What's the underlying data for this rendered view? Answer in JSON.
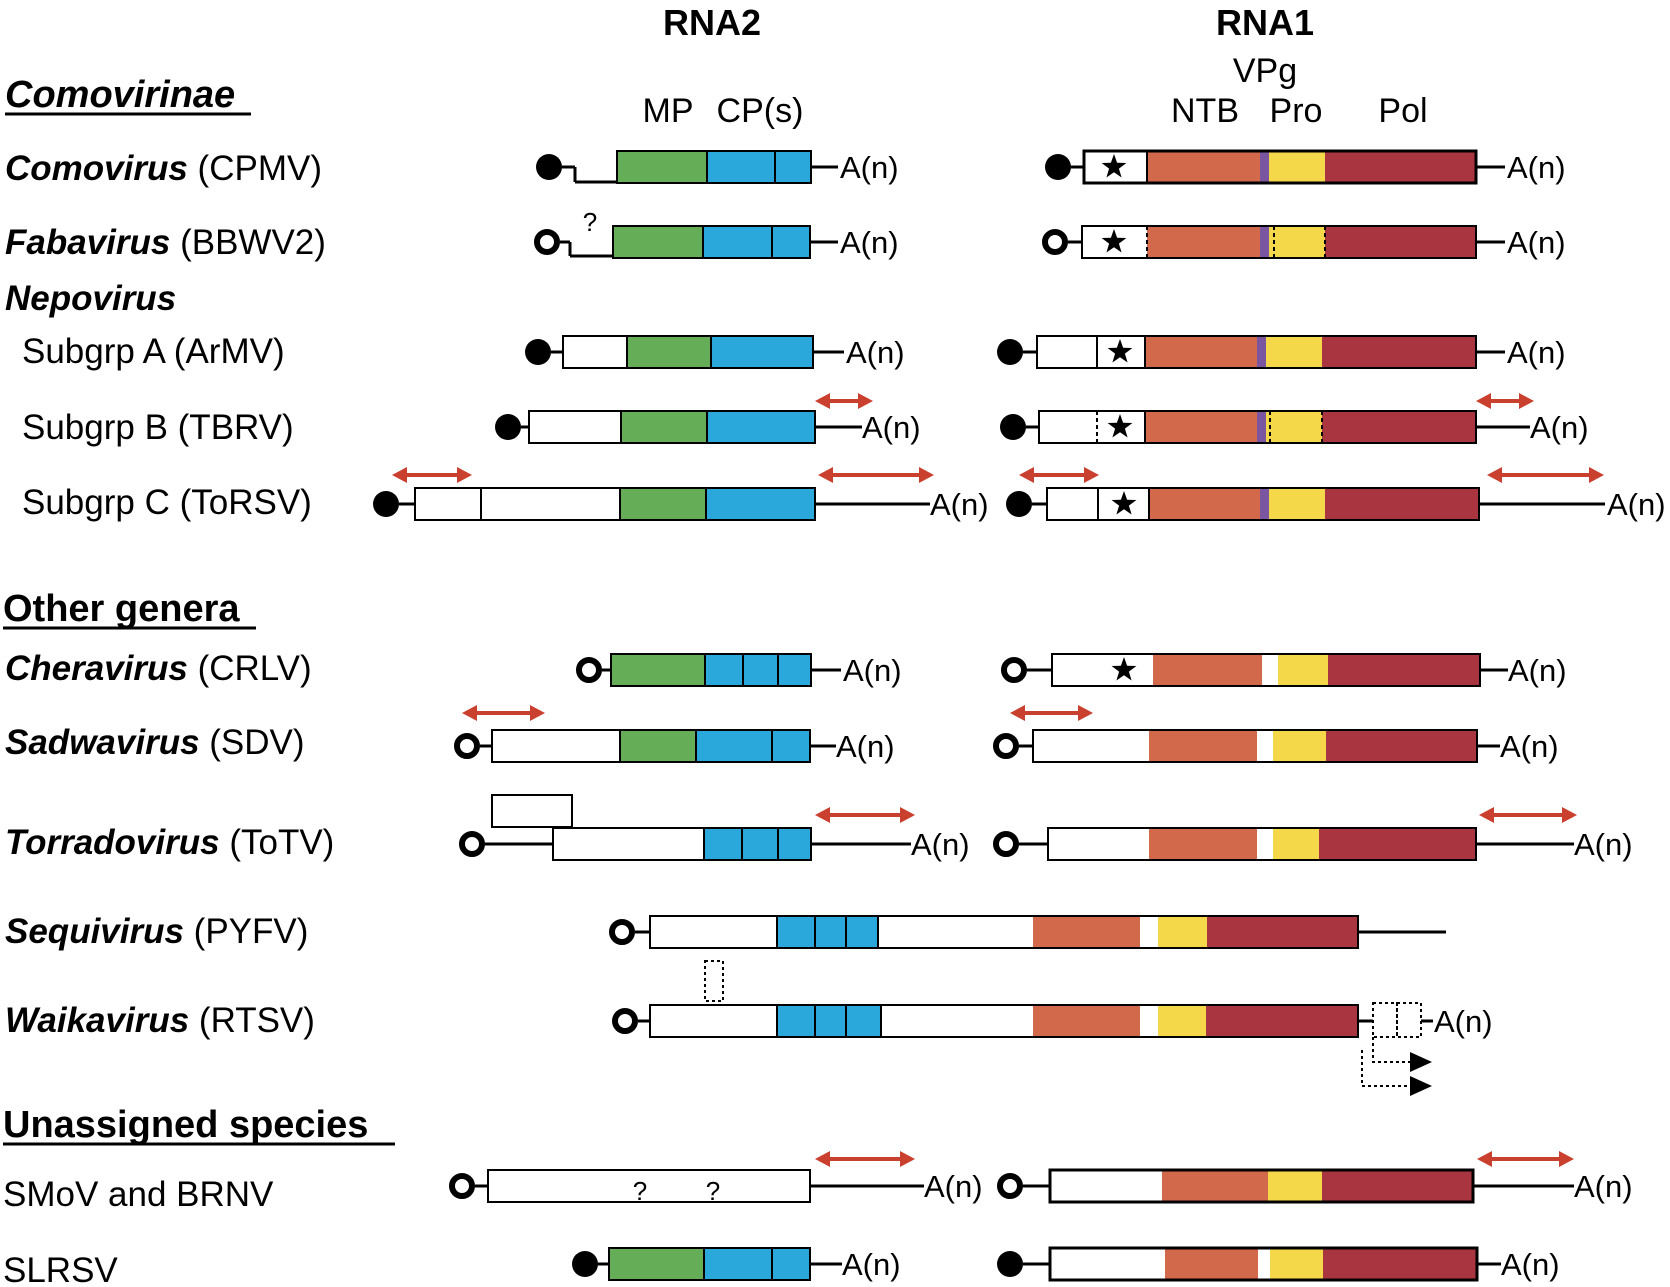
{
  "headers": {
    "rna2": "RNA2",
    "rna1": "RNA1"
  },
  "column_labels": {
    "mp": "MP",
    "cp": "CP(s)",
    "vpg": "VPg",
    "ntb": "NTB",
    "pro": "Pro",
    "pol": "Pol"
  },
  "sections": {
    "comovirinae": "Comovirinae",
    "other": "Other genera",
    "unassigned": "Unassigned species"
  },
  "rows": {
    "comovirus": {
      "genus": "Comovirus",
      "virus": " (CPMV)"
    },
    "fabavirus": {
      "genus": "Fabavirus",
      "virus": " (BBWV2)"
    },
    "nepovirus": {
      "genus": "Nepovirus"
    },
    "subA": {
      "label": "Subgrp A (ArMV)"
    },
    "subB": {
      "label": "Subgrp B (TBRV)"
    },
    "subC": {
      "label": "Subgrp C (ToRSV)"
    },
    "cheravirus": {
      "genus": "Cheravirus",
      "virus": " (CRLV)"
    },
    "sadwavirus": {
      "genus": "Sadwavirus",
      "virus": " (SDV)"
    },
    "torradovirus": {
      "genus": "Torradovirus",
      "virus": " (ToTV)"
    },
    "sequivirus": {
      "genus": "Sequivirus",
      "virus": " (PYFV)"
    },
    "waikavirus": {
      "genus": "Waikavirus",
      "virus": " (RTSV)"
    },
    "smov": {
      "label": "SMoV and BRNV"
    },
    "slrsv": {
      "label": "SLRSV"
    }
  },
  "poly_a": "A(n)",
  "unknown": "?",
  "colors": {
    "mp": "#66ad57",
    "cp": "#2aa8dc",
    "ntb": "#d2694a",
    "vpg": "#7a55a0",
    "pro": "#f4d84a",
    "pol": "#a83540",
    "arrow": "#c9402f"
  }
}
